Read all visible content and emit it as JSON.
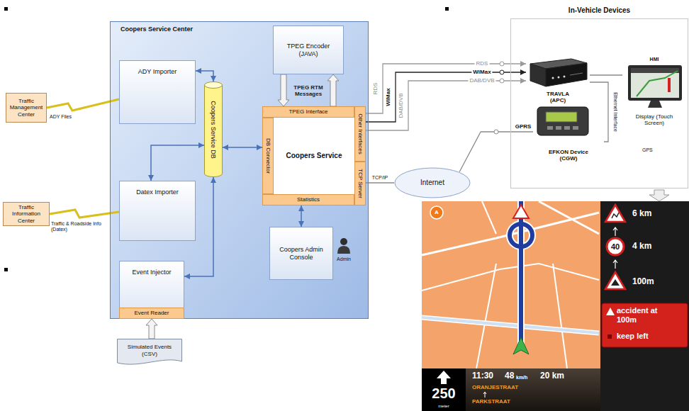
{
  "diagram": {
    "nodes": [
      {
        "text": [
          "Traffic Management Center"
        ]
      },
      {
        "text": [
          "Coopers Service Center"
        ]
      },
      {
        "text": [
          "ADY Importer"
        ],
        "in": 1
      },
      {
        "text": [
          "Coopers Service DB"
        ],
        "in": 1
      },
      {
        "text": [
          "TPEG Encoder (JAVA)"
        ],
        "in": 1
      },
      {
        "text": [
          "Coopers Service"
        ],
        "in": 1
      },
      {
        "text": [
          "TPEG Interface"
        ],
        "in": 5
      },
      {
        "text": [
          "DB Connector"
        ],
        "in": 5
      },
      {
        "text": [
          "Other Interfaces"
        ],
        "in": 5
      },
      {
        "text": [
          "TCP Server"
        ],
        "in": 5
      },
      {
        "text": [
          "Statistics"
        ],
        "in": 5
      },
      {
        "text": [
          "Traffic Information Center"
        ]
      },
      {
        "text": [
          "Datex Importer"
        ],
        "in": 1
      },
      {
        "text": [
          "Event Injector"
        ],
        "in": 1
      },
      {
        "text": [
          "Event Reader"
        ],
        "in": 13
      },
      {
        "text": [
          "Coopers Admin Console"
        ],
        "in": 1
      },
      {
        "text": [
          "Simulated Events (CSV)"
        ]
      },
      {
        "text": [
          "Internet"
        ]
      },
      {
        "text": [
          "In-Vehicle Devices"
        ]
      },
      {
        "text": [
          "TRAVLA (APC)"
        ],
        "in": 18
      },
      {
        "text": [
          "HMI",
          "Display (Touch Screen)"
        ],
        "in": 18
      },
      {
        "text": [
          "EFKON Device (CGW)"
        ],
        "in": 18
      }
    ],
    "edges": [
      {
        "from": 0,
        "to": 2,
        "arrow": "none",
        "label": "ADY Files"
      },
      {
        "from": 11,
        "to": 12,
        "arrow": "none",
        "label": "Traffic & Roadside Info (Datex)"
      },
      {
        "from": 2,
        "to": 3,
        "arrow": "both"
      },
      {
        "from": 12,
        "to": 3,
        "arrow": "both"
      },
      {
        "from": 13,
        "to": 3,
        "arrow": "both"
      },
      {
        "from": 3,
        "to": 7,
        "arrow": "both"
      },
      {
        "from": 4,
        "to": 6,
        "arrow": "to",
        "label": "TPEG RTM Messages"
      },
      {
        "from": 6,
        "to": 4,
        "arrow": "to"
      },
      {
        "from": 10,
        "to": 15,
        "arrow": "both"
      },
      {
        "from": 16,
        "to": 14,
        "arrow": "to"
      },
      {
        "from": 8,
        "to": 19,
        "arrow": "to",
        "label": "RDS"
      },
      {
        "from": 8,
        "to": 19,
        "arrow": "to",
        "label": "WiMax"
      },
      {
        "from": 8,
        "to": 19,
        "arrow": "to",
        "label": "DAB/DVB"
      },
      {
        "from": 9,
        "to": 17,
        "arrow": "none",
        "label": "TCP/IP"
      },
      {
        "from": 17,
        "to": 21,
        "arrow": "none",
        "label": "GPRS"
      },
      {
        "from": 19,
        "to": 20,
        "arrow": "none"
      },
      {
        "from": 19,
        "to": 21,
        "arrow": "none",
        "label": "Ethernet Interface"
      }
    ],
    "labels": [
      "RDS",
      "WiMax",
      "DAB/DVB",
      "Admin",
      "GPS",
      "A",
      "6 km",
      "40",
      "4 km",
      "100m",
      "accident at 100m",
      "keep left",
      "250",
      "meter",
      "11:30",
      "48",
      "km/h",
      "20 km",
      "ORANJESTRAAT",
      "PARKSTRAAT"
    ]
  }
}
